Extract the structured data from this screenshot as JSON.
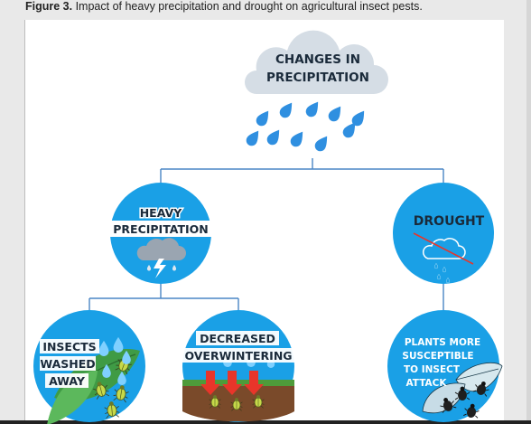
{
  "caption": {
    "figure_label": "Figure 3.",
    "text": "Impact of heavy precipitation and drought on agricultural insect pests."
  },
  "nodes": {
    "root": {
      "line1": "CHANGES IN",
      "line2": "PRECIPITATION"
    },
    "heavy": {
      "line1": "HEAVY",
      "line2": "PRECIPITATION"
    },
    "drought": {
      "line1": "DROUGHT"
    },
    "washed": {
      "line1": "INSECTS",
      "line2": "WASHED",
      "line3": "AWAY"
    },
    "overwinter": {
      "line1": "DECREASED",
      "line2": "OVERWINTERING"
    },
    "plants": {
      "line1": "PLANTS MORE",
      "line2": "SUSCEPTIBLE",
      "line3": "TO INSECT",
      "line4": "ATTACK"
    }
  },
  "colors": {
    "circle": "#1aa0e6",
    "connector": "#4a86c5",
    "drop": "#2f8fe0",
    "cloud": "#d5dde5",
    "leaf": "#3f9b45",
    "soil": "#7a4a2a",
    "arrow": "#e8352a"
  },
  "icons": [
    "cloud-icon",
    "raindrop-icon",
    "storm-cloud-icon",
    "no-rain-cloud-icon",
    "insect-icon",
    "leaf-icon",
    "soil-icon",
    "down-arrow-icon"
  ]
}
